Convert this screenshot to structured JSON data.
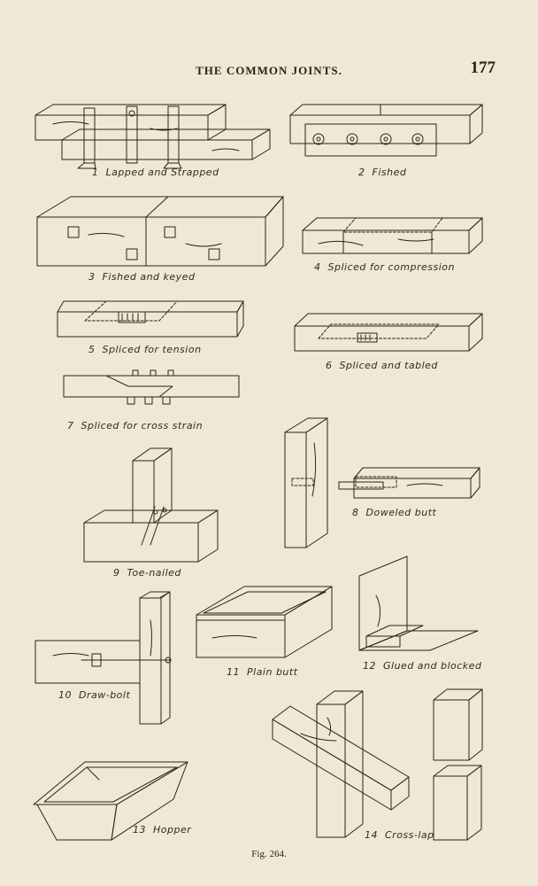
{
  "header": {
    "title": "THE COMMON JOINTS.",
    "page_number": "177"
  },
  "figures": [
    {
      "number": "1",
      "label": "Lapped and Strapped"
    },
    {
      "number": "2",
      "label": "Fished"
    },
    {
      "number": "3",
      "label": "Fished and keyed"
    },
    {
      "number": "4",
      "label": "Spliced for compression"
    },
    {
      "number": "5",
      "label": "Spliced for tension"
    },
    {
      "number": "6",
      "label": "Spliced and tabled"
    },
    {
      "number": "7",
      "label": "Spliced for cross strain"
    },
    {
      "number": "8",
      "label": "Doweled butt"
    },
    {
      "number": "9",
      "label": "Toe-nailed"
    },
    {
      "number": "10",
      "label": "Draw-bolt"
    },
    {
      "number": "11",
      "label": "Plain butt"
    },
    {
      "number": "12",
      "label": "Glued and blocked"
    },
    {
      "number": "13",
      "label": "Hopper"
    },
    {
      "number": "14",
      "label": "Cross-lap"
    }
  ],
  "figure_caption": "Fig. 264."
}
